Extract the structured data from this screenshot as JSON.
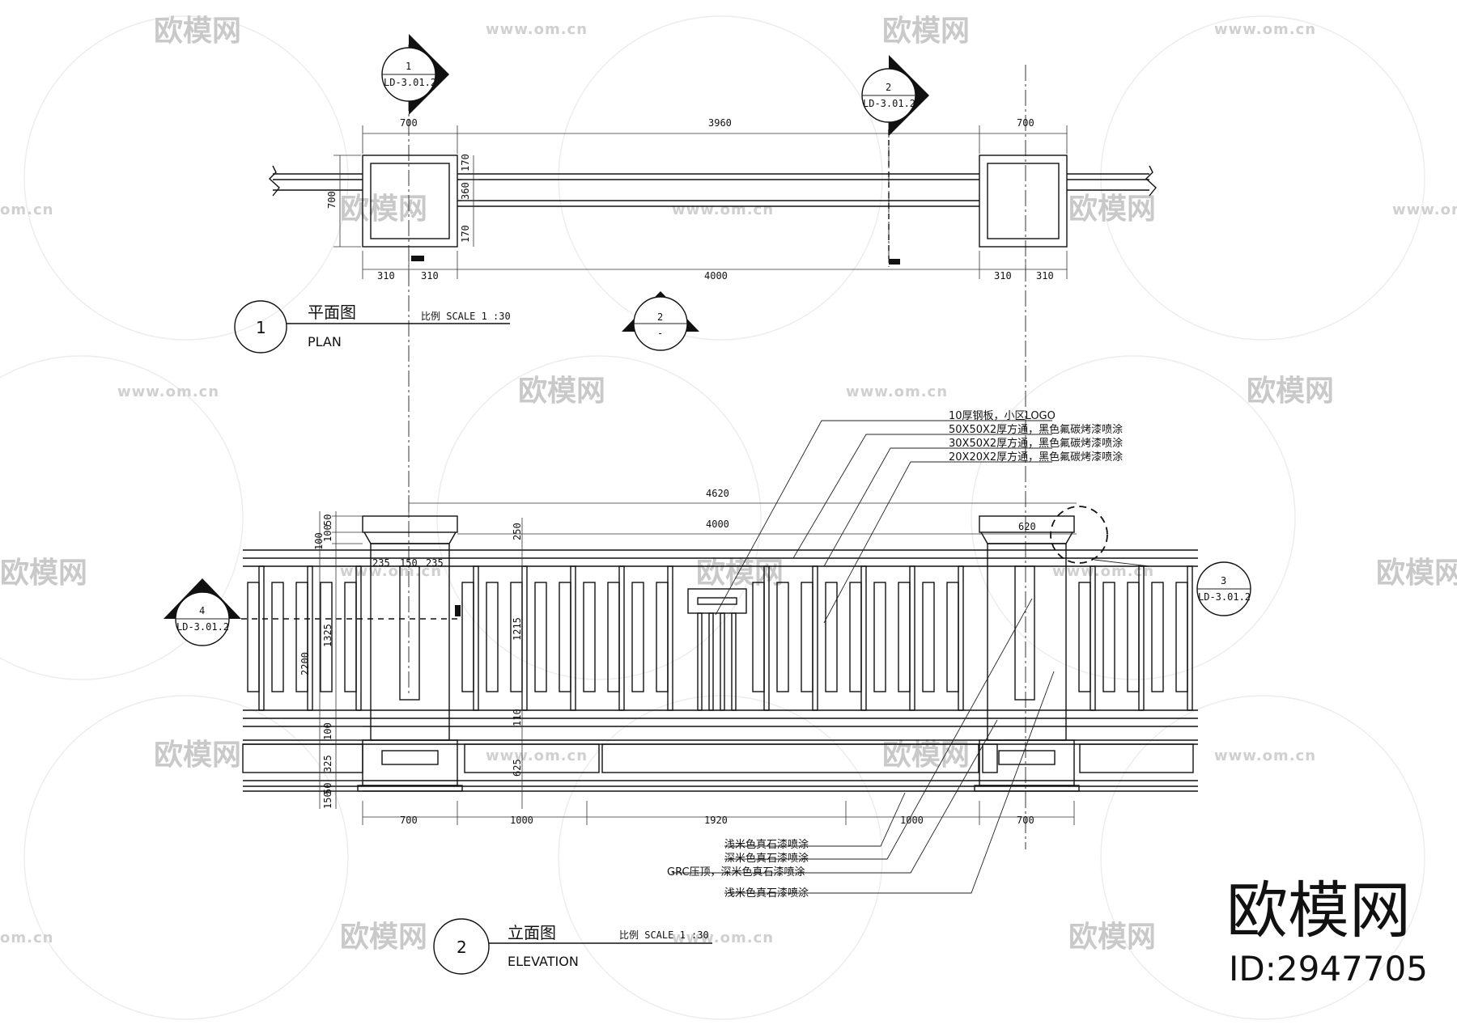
{
  "plan": {
    "title_cn": "平面图",
    "title_en": "PLAN",
    "scale": "比例 SCALE 1 :30",
    "badge": "1",
    "dims_top": [
      "700",
      "3960",
      "700"
    ],
    "dims_bottom": [
      "310",
      "310",
      "4000",
      "310",
      "310"
    ],
    "dims_side": [
      "700",
      "170",
      "360",
      "170"
    ]
  },
  "elevation": {
    "title_cn": "立面图",
    "title_en": "ELEVATION",
    "scale": "比例 SCALE 1 :30",
    "badge": "2",
    "dims_top": [
      "4620",
      "4000",
      "620"
    ],
    "dims_pier": [
      "235",
      "150",
      "235"
    ],
    "dims_left": [
      "50",
      "100",
      "100",
      "1325",
      "2200",
      "100",
      "325",
      "50",
      "150"
    ],
    "dims_inner": [
      "250",
      "1215",
      "110",
      "625"
    ],
    "dims_bottom": [
      "700",
      "1000",
      "1920",
      "1000",
      "700"
    ]
  },
  "section_markers": [
    {
      "num": "1",
      "ref": "LD-3.01.2"
    },
    {
      "num": "2",
      "ref": "LD-3.01.2"
    },
    {
      "num": "2",
      "ref": "-"
    },
    {
      "num": "4",
      "ref": "LD-3.01.2"
    },
    {
      "num": "3",
      "ref": "LD-3.01.2"
    }
  ],
  "notes_top": [
    "10厚钢板，小区LOGO",
    "50X50X2厚方通，黑色氟碳烤漆喷涂",
    "30X50X2厚方通，黑色氟碳烤漆喷涂",
    "20X20X2厚方通，黑色氟碳烤漆喷涂"
  ],
  "notes_bottom": [
    "浅米色真石漆喷涂",
    "深米色真石漆喷涂",
    "GRC压顶，深米色真石漆喷涂",
    "浅米色真石漆喷涂"
  ],
  "watermark": {
    "brand": "欧模网",
    "url": "www.om.cn",
    "url_short": "om.cn",
    "id": "ID:2947705"
  },
  "colors": {
    "line": "#111111",
    "watermark": "#c9c9c9",
    "paper": "#ffffff"
  }
}
